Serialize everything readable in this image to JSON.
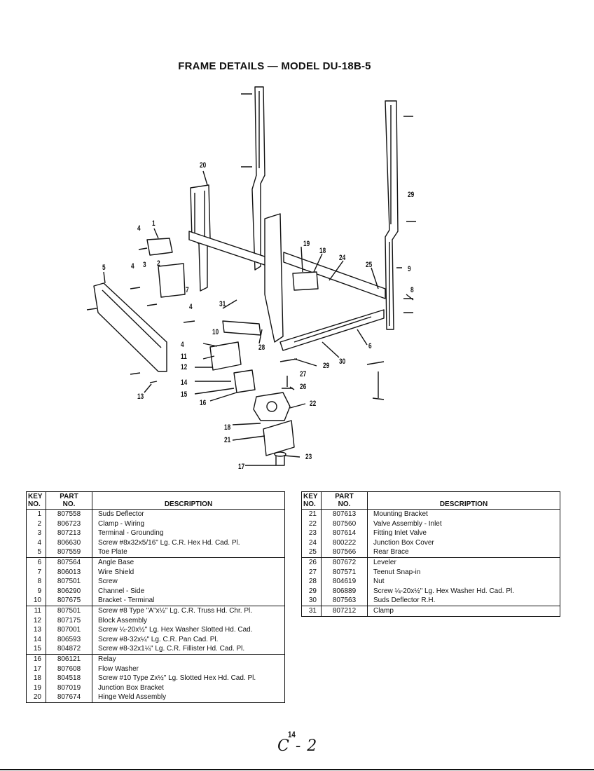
{
  "page": {
    "title": "FRAME DETAILS — MODEL DU-18B-5",
    "page_number": "14",
    "handwritten_note": "C - 2"
  },
  "diagram": {
    "callouts": [
      "20",
      "4",
      "1",
      "5",
      "4",
      "3",
      "2",
      "7",
      "4",
      "31",
      "10",
      "4",
      "11",
      "12",
      "14",
      "15",
      "16",
      "13",
      "28",
      "19",
      "18",
      "24",
      "25",
      "9",
      "29",
      "8",
      "6",
      "27",
      "26",
      "29",
      "30",
      "22",
      "18",
      "21",
      "23",
      "17"
    ]
  },
  "table_headers": {
    "key_line1": "KEY",
    "key_line2": "NO.",
    "part_line1": "PART",
    "part_line2": "NO.",
    "description": "DESCRIPTION"
  },
  "parts_left": [
    {
      "key": "1",
      "part": "807558",
      "desc": "Suds Deflector"
    },
    {
      "key": "2",
      "part": "806723",
      "desc": "Clamp - Wiring"
    },
    {
      "key": "3",
      "part": "807213",
      "desc": "Terminal - Grounding"
    },
    {
      "key": "4",
      "part": "806630",
      "desc": "Screw #8x32x5/16\" Lg. C.R. Hex Hd. Cad. Pl."
    },
    {
      "key": "5",
      "part": "807559",
      "desc": "Toe Plate"
    },
    {
      "key": "6",
      "part": "807564",
      "desc": "Angle Base"
    },
    {
      "key": "7",
      "part": "806013",
      "desc": "Wire Shield"
    },
    {
      "key": "8",
      "part": "807501",
      "desc": "Screw"
    },
    {
      "key": "9",
      "part": "806290",
      "desc": "Channel - Side"
    },
    {
      "key": "10",
      "part": "807675",
      "desc": "Bracket - Terminal"
    },
    {
      "key": "11",
      "part": "807501",
      "desc": "Screw #8 Type \"A\"x½\" Lg. C.R. Truss Hd. Chr. Pl."
    },
    {
      "key": "12",
      "part": "807175",
      "desc": "Block Assembly"
    },
    {
      "key": "13",
      "part": "807001",
      "desc": "Screw ¼-20x½\" Lg. Hex Washer Slotted Hd. Cad."
    },
    {
      "key": "14",
      "part": "806593",
      "desc": "Screw #8-32x¼\" Lg. C.R. Pan Cad. Pl."
    },
    {
      "key": "15",
      "part": "804872",
      "desc": "Screw #8-32x1¼\" Lg. C.R. Fillister Hd. Cad. Pl."
    },
    {
      "key": "16",
      "part": "806121",
      "desc": "Relay"
    },
    {
      "key": "17",
      "part": "807608",
      "desc": "Flow Washer"
    },
    {
      "key": "18",
      "part": "804518",
      "desc": "Screw #10 Type Zx½\" Lg. Slotted Hex Hd. Cad. Pl."
    },
    {
      "key": "19",
      "part": "807019",
      "desc": "Junction Box Bracket"
    },
    {
      "key": "20",
      "part": "807674",
      "desc": "Hinge Weld Assembly"
    }
  ],
  "parts_right": [
    {
      "key": "21",
      "part": "807613",
      "desc": "Mounting Bracket"
    },
    {
      "key": "22",
      "part": "807560",
      "desc": "Valve Assembly - Inlet"
    },
    {
      "key": "23",
      "part": "807614",
      "desc": "Fitting Inlet Valve"
    },
    {
      "key": "24",
      "part": "800222",
      "desc": "Junction Box Cover"
    },
    {
      "key": "25",
      "part": "807566",
      "desc": "Rear Brace"
    },
    {
      "key": "26",
      "part": "807672",
      "desc": "Leveler"
    },
    {
      "key": "27",
      "part": "807571",
      "desc": "Teenut Snap-in"
    },
    {
      "key": "28",
      "part": "804619",
      "desc": "Nut"
    },
    {
      "key": "29",
      "part": "806889",
      "desc": "Screw ¼-20x½\" Lg. Hex Washer Hd. Cad. Pl."
    },
    {
      "key": "30",
      "part": "807563",
      "desc": "Suds Deflector R.H."
    },
    {
      "key": "31",
      "part": "807212",
      "desc": "Clamp"
    }
  ]
}
